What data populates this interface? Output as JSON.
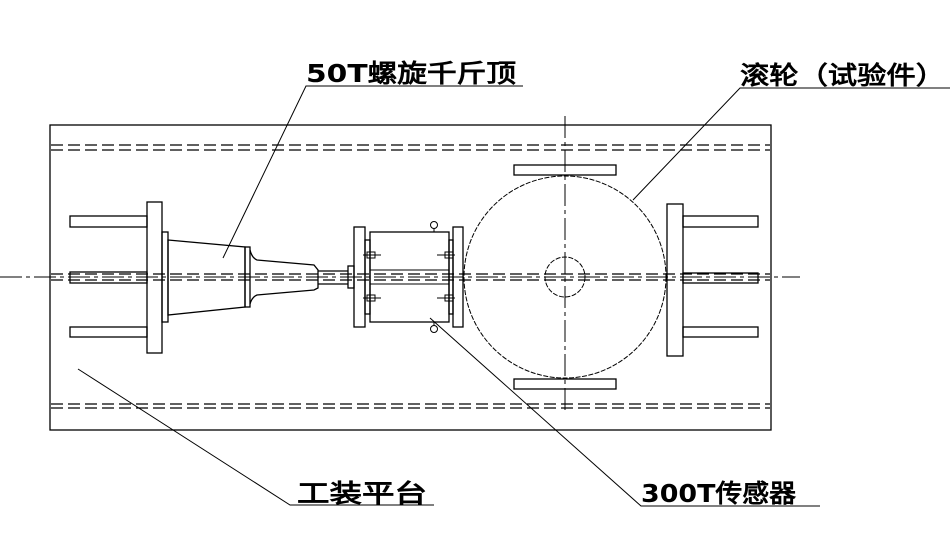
{
  "labels": {
    "jack": "50T螺旋千斤顶",
    "roller": "滚轮（试验件）",
    "platform": "工装平台",
    "sensor": "300T传感器"
  }
}
